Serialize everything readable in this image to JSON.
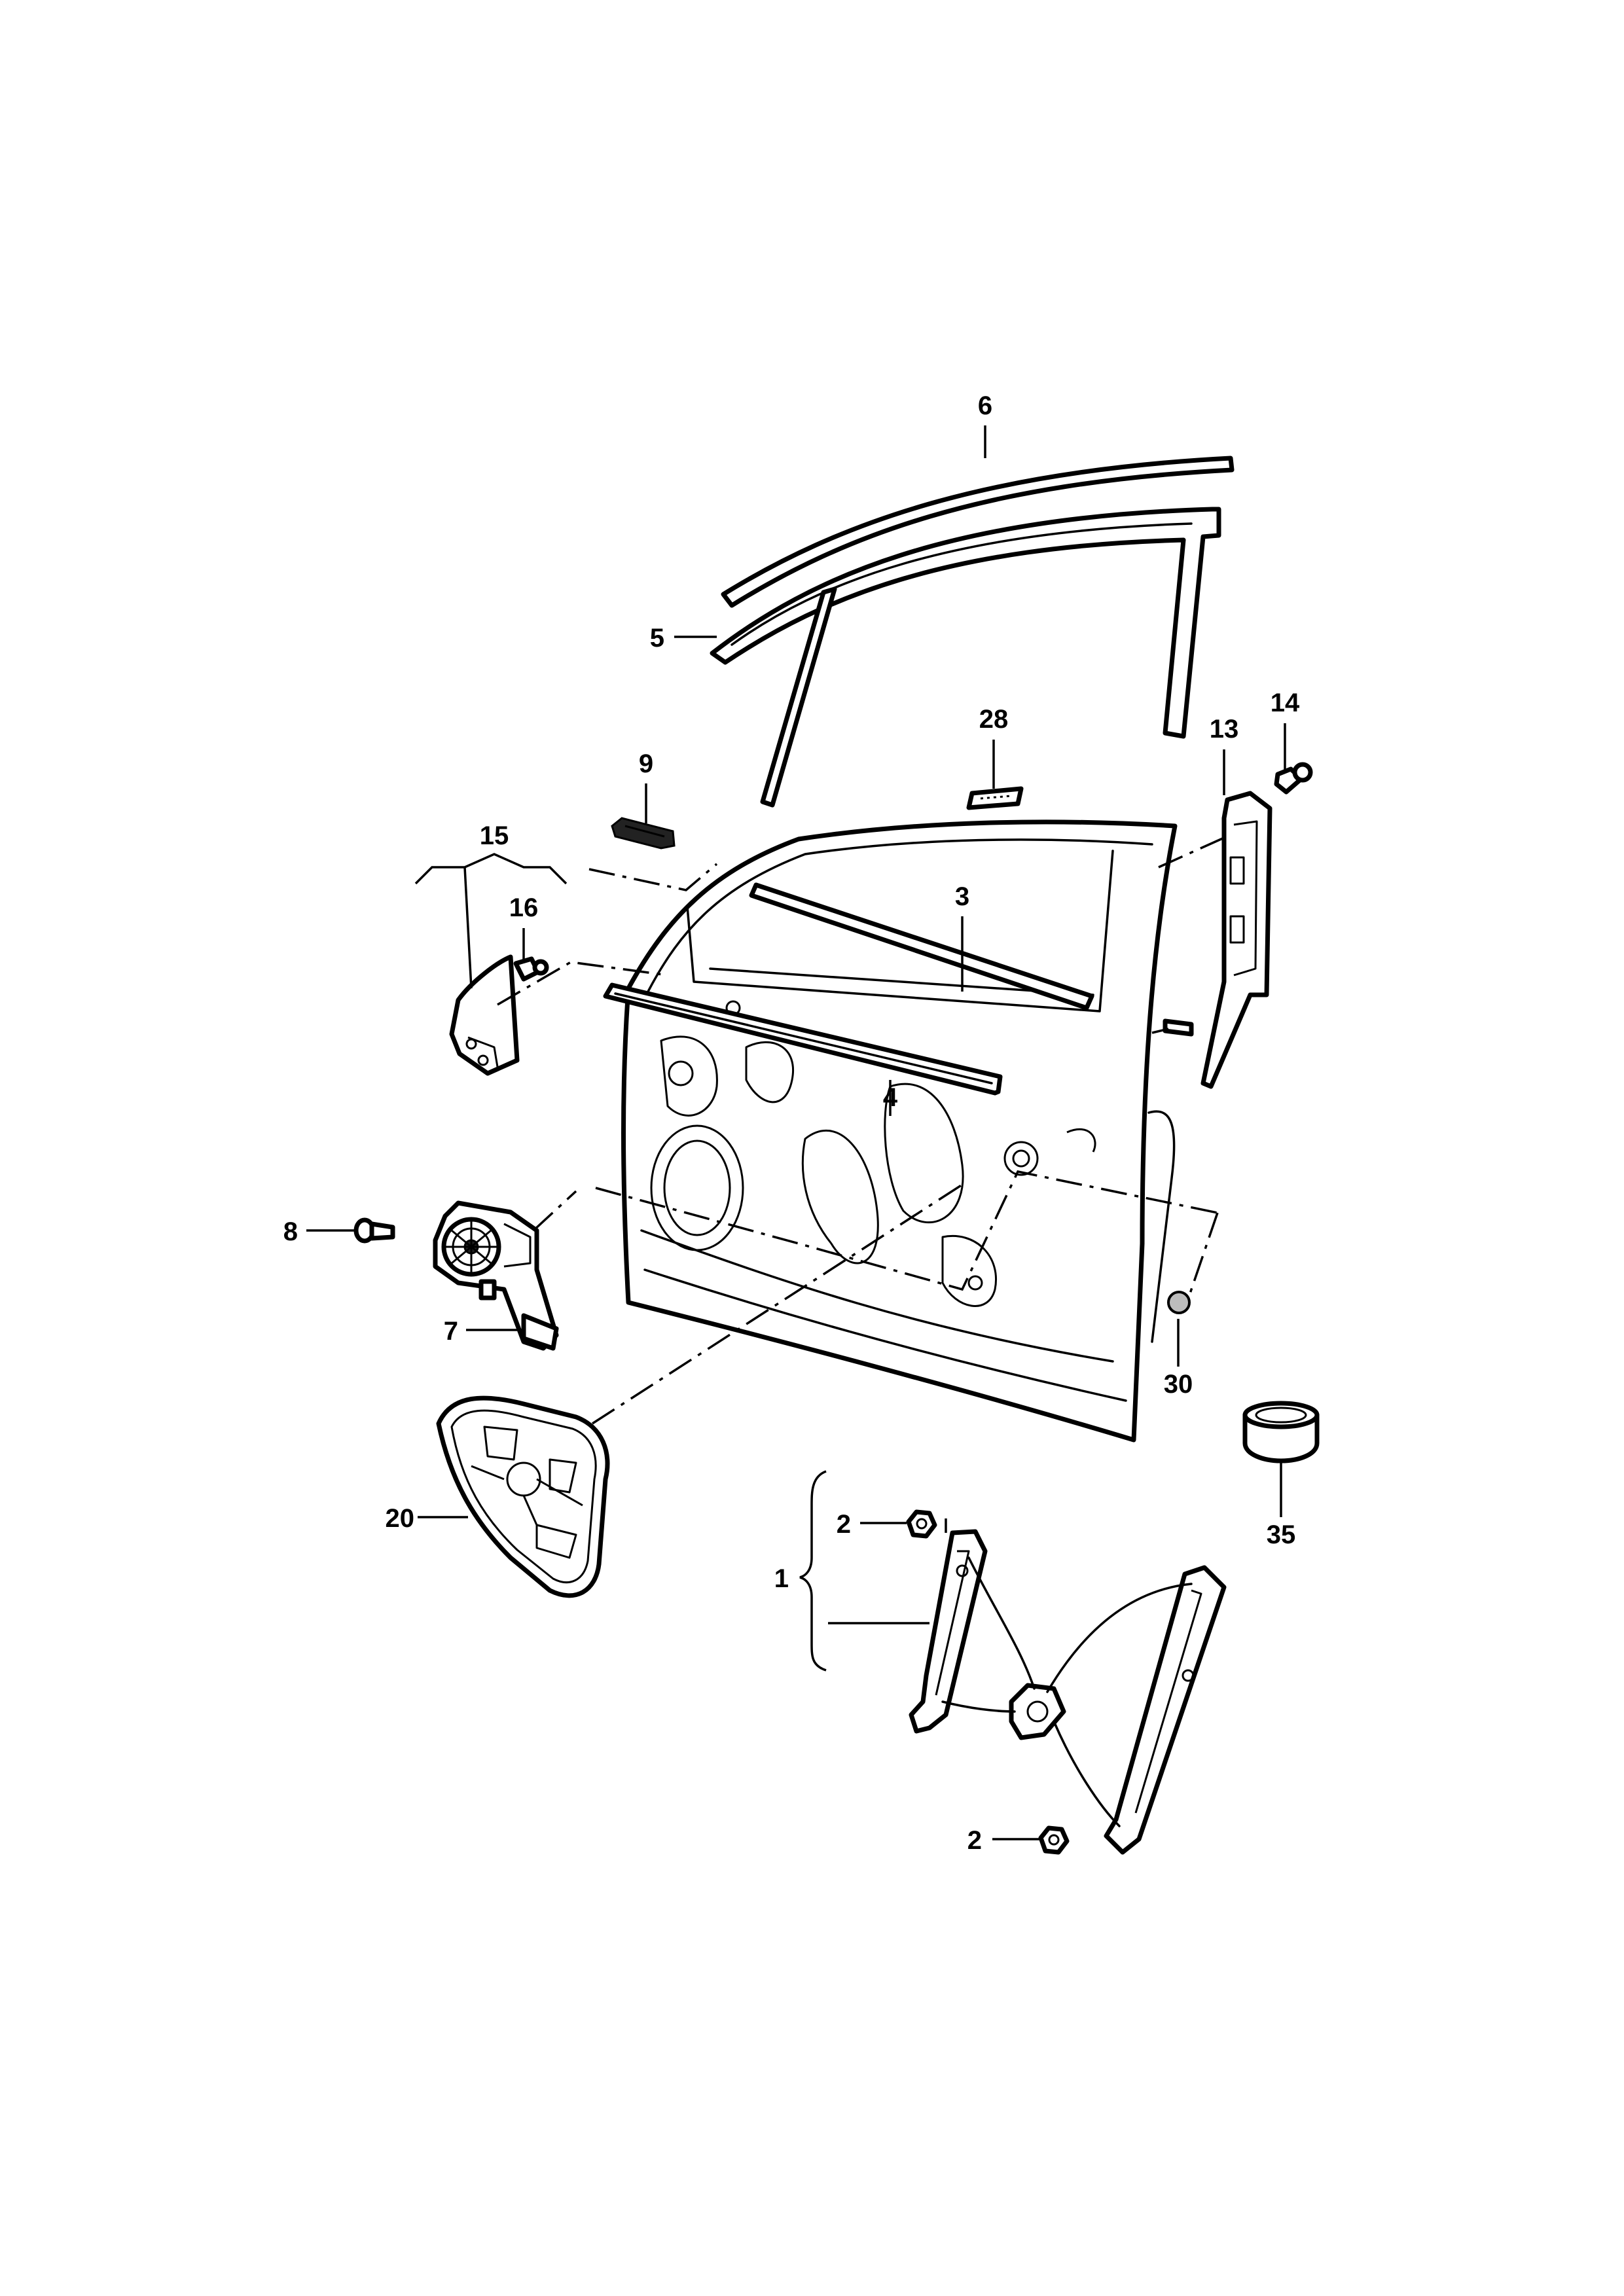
{
  "callouts": {
    "c1": "1",
    "c2a": "2",
    "c2b": "2",
    "c3": "3",
    "c4": "4",
    "c5": "5",
    "c6": "6",
    "c7": "7",
    "c8": "8",
    "c9": "9",
    "c13": "13",
    "c14": "14",
    "c15": "15",
    "c16": "16",
    "c20": "20",
    "c28": "28",
    "c30": "30",
    "c35": "35"
  }
}
